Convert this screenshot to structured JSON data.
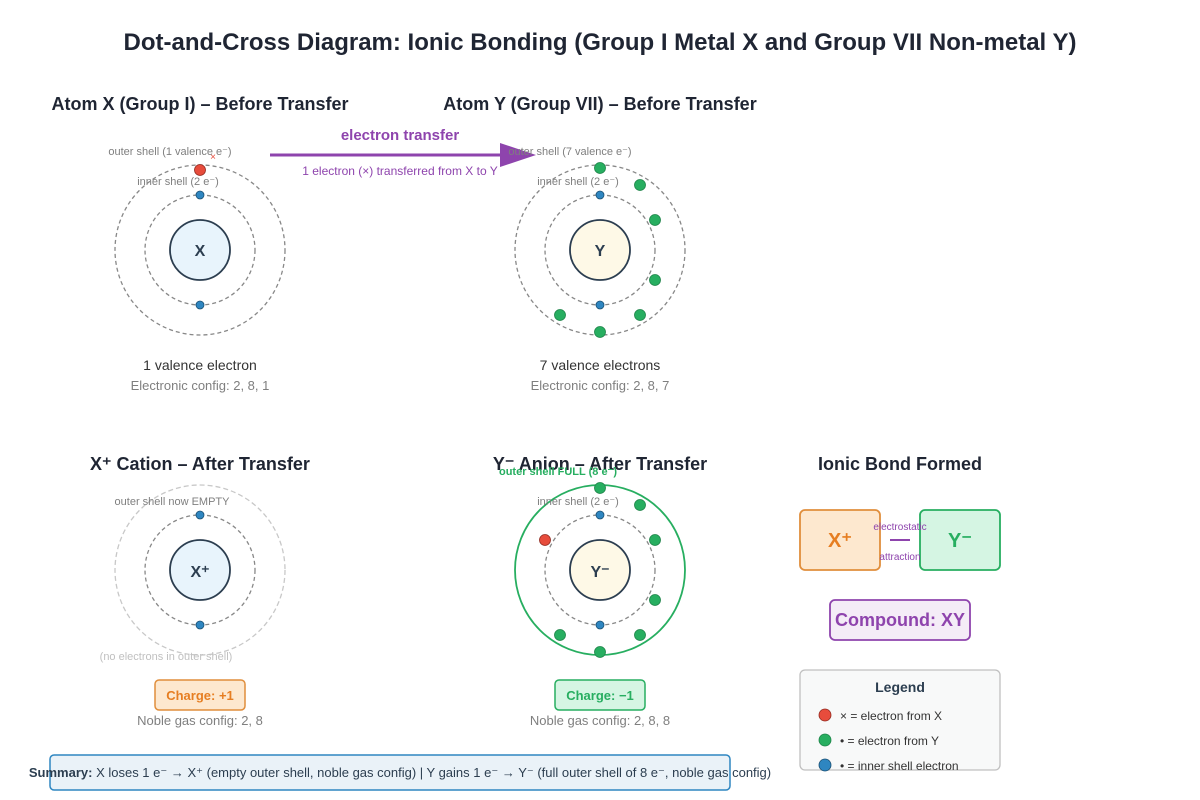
{
  "title": "Dot-and-Cross Diagram: Ionic Bonding (Group I Metal X and Group VII Non-metal Y)",
  "atom_x": {
    "heading": "Atom X (Group I) – Before Transfer",
    "outer_shell_label": "outer shell (1 valence e⁻)",
    "inner_shell_label": "inner shell (2 e⁻)",
    "cross_mark": "×",
    "nucleus": "X",
    "caption": "1 valence electron",
    "config": "Electronic config: 2, 8, 1"
  },
  "transfer": {
    "label": "electron transfer",
    "sublabel": "1 electron (×) transferred from X to Y",
    "color": "#8e44ad"
  },
  "atom_y": {
    "heading": "Atom Y (Group VII) – Before Transfer",
    "outer_shell_label": "outer shell (7 valence e⁻)",
    "inner_shell_label": "inner shell (2 e⁻)",
    "nucleus": "Y",
    "caption": "7 valence electrons",
    "config": "Electronic config: 2, 8, 7"
  },
  "cation": {
    "heading": "X⁺ Cation – After Transfer",
    "outer_shell_label": "outer shell now EMPTY",
    "empty_note": "(no electrons in outer shell)",
    "nucleus": "X⁺",
    "charge": "Charge: +1",
    "config": "Noble gas config: 2, 8"
  },
  "anion": {
    "heading": "Y⁻ Anion – After Transfer",
    "outer_shell_label": "outer shell FULL (8 e⁻)",
    "inner_shell_label": "inner shell (2 e⁻)",
    "nucleus": "Y⁻",
    "charge": "Charge: −1",
    "config": "Noble gas config: 2, 8, 8"
  },
  "bond": {
    "heading": "Ionic Bond Formed",
    "cation_label": "X⁺",
    "anion_label": "Y⁻",
    "attraction_top": "electrostatic",
    "attraction_bottom": "attraction",
    "compound": "Compound: XY"
  },
  "legend": {
    "title": "Legend",
    "items": [
      {
        "label": "× = electron from X",
        "color": "#e74c3c"
      },
      {
        "label": "• = electron from Y",
        "color": "#27ae60"
      },
      {
        "label": "• = inner shell electron",
        "color": "#2e86c1"
      }
    ]
  },
  "summary": {
    "lead": "Summary:",
    "text": " X loses 1 e⁻ → X⁺ (empty outer shell, noble gas config) | Y gains 1 e⁻ → Y⁻ (full outer shell of 8 e⁻, noble gas config)"
  },
  "colors": {
    "x_electron": "#e74c3c",
    "y_electron": "#27ae60",
    "inner_electron": "#2e86c1",
    "cation_accent": "#e67e22",
    "anion_accent": "#27ae60",
    "compound_accent": "#8e44ad"
  }
}
